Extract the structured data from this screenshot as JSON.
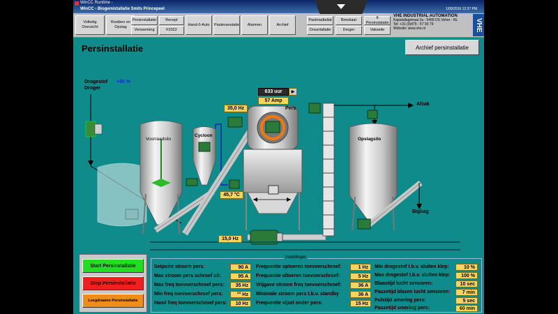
{
  "titlebar": {
    "line1": "WinCC Runtime -",
    "line2": "WinCC - Biogemixtallatie Smits Princepeel",
    "datetime": "1/09/2016  12:37 PM"
  },
  "toolbar": {
    "buttons": [
      {
        "label": "Volledig\nOverzicht"
      },
      {
        "label": "Rooiben en\nOpslag"
      },
      {
        "label": "Persinstallatie"
      },
      {
        "label": "Verwarming"
      },
      {
        "label": "Recept"
      },
      {
        "label": "F2022"
      },
      {
        "label": "Hand-0-Auto"
      },
      {
        "label": "Pastevanstatie"
      },
      {
        "label": "Alarmen"
      },
      {
        "label": "Archief"
      },
      {
        "label": "Pastmadtallat"
      },
      {
        "label": "Onsertallatie"
      },
      {
        "label": "Breekaat"
      },
      {
        "label": "Droger"
      },
      {
        "label": "8 Persinstalatie"
      },
      {
        "label": "Vakselie"
      }
    ],
    "company_name": "VHE INDUSTRIAL AUTOMATION",
    "company_line2": "Kapstallagetraat 2a - 5465 DS Veher - NL",
    "company_line3": "Tel: +31 (0)475 - 57 93 79",
    "company_line4": "Website: www.vhe.nl",
    "logo": "VHE"
  },
  "page": {
    "title": "Persinstallatie",
    "archive_button": "Archief persinstallatie"
  },
  "diagram": {
    "drogestof_label": "Drogestof\nDroger",
    "drogestof_pct": "+80 %",
    "voorraadsilo": "Voorraadsilo",
    "cycloon": "Cycloon",
    "pers": "Pers",
    "opslagsilo": "Opslagsilo",
    "afzak": "Afzak",
    "bigbag": "Bigbag",
    "hours": "633 uur",
    "amp": "57 Amp",
    "hz_top": "35,0 Hz",
    "temp": "45,7 °C",
    "hz_bottom": "15,0 Hz"
  },
  "controls": {
    "start": "Start Persinstallatie",
    "stop": "Stop Persinstallatie",
    "empty": "Leegdraaien Persinstallatie"
  },
  "settings": {
    "legend": "Instellingen",
    "col1": [
      {
        "label": "Setpoint stroom pers:",
        "value": "90 A"
      },
      {
        "label": "Max stroom pers schroef uit:",
        "value": "95 A"
      },
      {
        "label": "Max freq toevoerschroef pers:",
        "value": "35 Hz"
      },
      {
        "label": "Min freq toevoerschroef pers:",
        "value": "°° Hz"
      },
      {
        "label": "Hand freq toevoerschroef pers:",
        "value": "10 Hz"
      }
    ],
    "col2": [
      {
        "label": "Frequentie optoeren toevoerschroef:",
        "value": "1 Hz"
      },
      {
        "label": "Frequentie aftoeren toevoerschroef:",
        "value": "5 Hz"
      },
      {
        "label": "Vrijgave stroom freq toevoerschroef:",
        "value": "36 A"
      },
      {
        "label": "Minimale stroom pers t.b.v. standby",
        "value": "36 A"
      },
      {
        "label": "Frequentie vijzel onder pers:",
        "value": "15 Hz"
      }
    ],
    "col3": [
      {
        "label": "Min drogestof t.b.v. sluiten klep:",
        "value": "10 %"
      },
      {
        "label": "Max drogestof t.b.v. sluiten klep:",
        "value": "100 %"
      },
      {
        "label": "Blaastijd lucht sensoren:",
        "value": "10 sec"
      },
      {
        "label": "Pauzetijd blazen lucht sensoren:",
        "value": "7 min"
      },
      {
        "label": "Pulstijd smering pers:",
        "value": "5 sec"
      },
      {
        "label": "Pauzetijd smering pers:",
        "value": "60 min"
      }
    ]
  },
  "colors": {
    "background": "#0f8b8b",
    "start": "#22dd22",
    "stop": "#ee2020",
    "empty": "#f08c1a",
    "value": "#f5d560"
  }
}
